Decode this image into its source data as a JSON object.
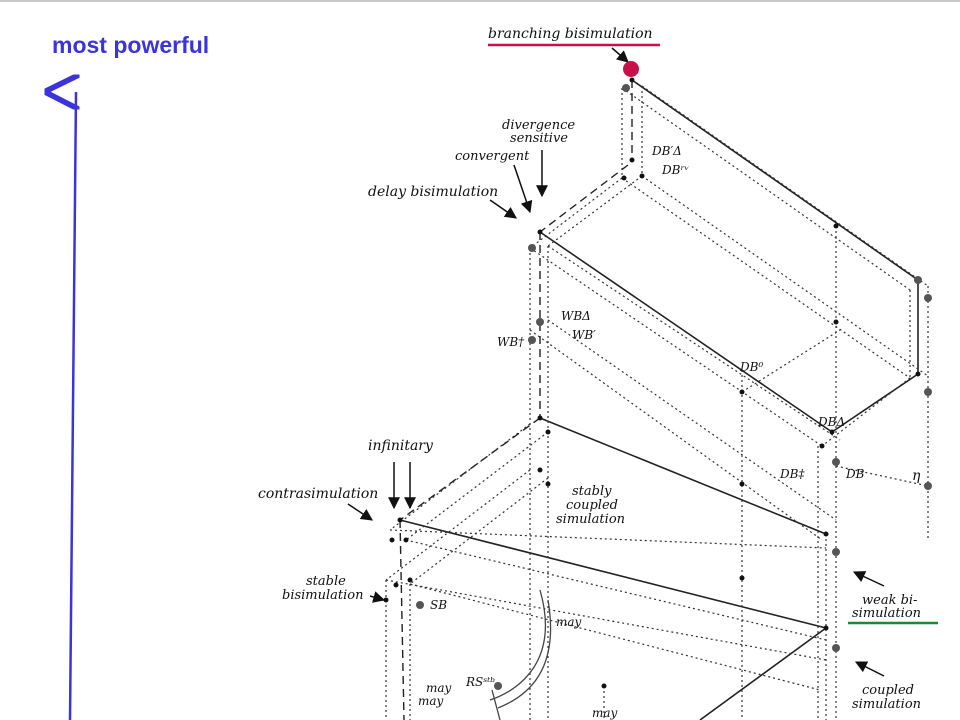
{
  "heading": "most powerful",
  "colors": {
    "accent_blue": "#3b34d8",
    "highlight_red": "#c8104b",
    "underline_green": "#1e8a2e"
  },
  "labels": {
    "branching": "branching bisimulation",
    "divergence_1": "divergence",
    "divergence_2": "sensitive",
    "convergent": "convergent",
    "delay": "delay bisimulation",
    "db_tri": "DB′Δ",
    "db_rv": "DBʳᵛ",
    "wb_tri": "WBΔ",
    "wb_prime": "WB′",
    "wb_dagger": "WB†",
    "db_zero": "DB⁰",
    "db_delta": "DBΔ",
    "db_dd": "DB‡",
    "db": "DB",
    "eta": "η",
    "infinitary": "infinitary",
    "contrasim": "contrasimulation",
    "stably_1": "stably",
    "stably_2": "coupled",
    "stably_3": "simulation",
    "stable_1": "stable",
    "stable_2": "bisimulation",
    "sb": "SB",
    "may_1": "may",
    "may_2": "may",
    "may_3": "may",
    "may_4": "may",
    "rs": "RSˢᵗᵇ",
    "weak_1": "weak bi-",
    "weak_2": "simulation",
    "coupled_1": "coupled",
    "coupled_2": "simulation"
  }
}
